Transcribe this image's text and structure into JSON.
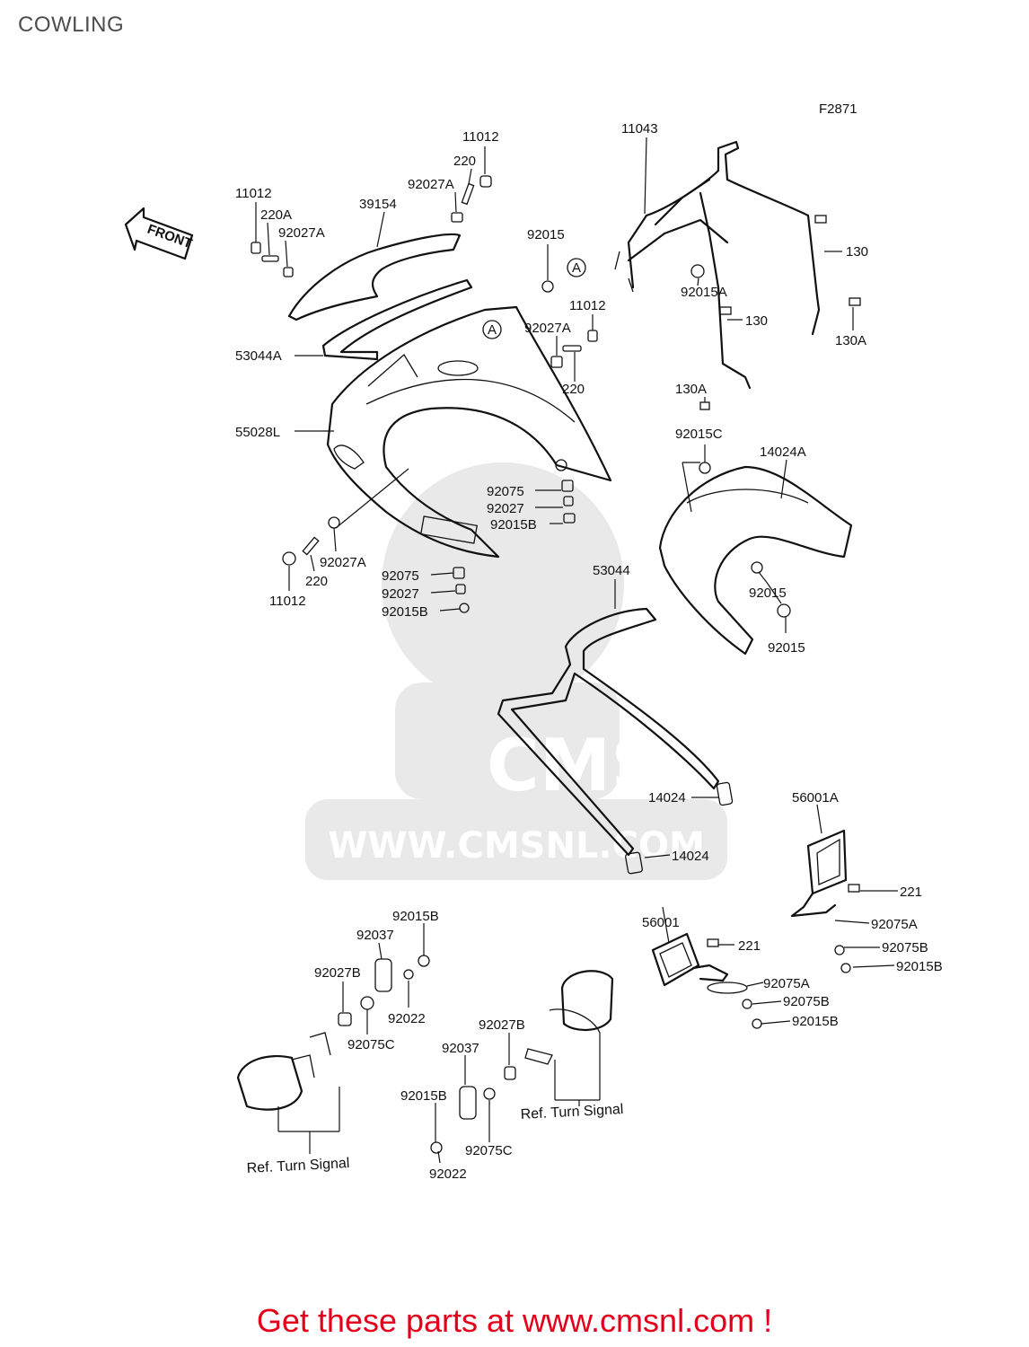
{
  "header": {
    "title": "COWLING"
  },
  "diagram": {
    "code": "F2871",
    "front_label": "FRONT",
    "callouts": {
      "c11012a": "11012",
      "c220": "220",
      "c92027a1": "92027A",
      "c11043": "11043",
      "c11012b": "11012",
      "c220a": "220A",
      "c92027a2": "92027A",
      "c39154": "39154",
      "c92015a1": "92015",
      "c130a": "130",
      "c92015a": "92015A",
      "c11012c": "11012",
      "c130b": "130",
      "c92027a3": "92027A",
      "c130a1": "130A",
      "c53044a": "53044A",
      "c220b": "220",
      "c130a2": "130A",
      "c55028l": "55028L",
      "c92015c": "92015C",
      "c14024a": "14024A",
      "c92075a": "92075",
      "c92027b1": "92027",
      "c92015b1": "92015B",
      "c92027a4": "92027A",
      "c220c": "220",
      "c11012d": "11012",
      "c53044": "53044",
      "c92075b": "92075",
      "c92027b2": "92027",
      "c92015b2": "92015B",
      "c92015e": "92015",
      "c92015f": "92015",
      "c14024b": "14024",
      "c14024c": "14024",
      "c56001a": "56001A",
      "c221a": "221",
      "c92075a1": "92075A",
      "c92075b1": "92075B",
      "c92015b3": "92015B",
      "c56001": "56001",
      "c221b": "221",
      "c92075a2": "92075A",
      "c92075b2": "92075B",
      "c92015b4": "92015B",
      "c92015b5": "92015B",
      "c92037a": "92037",
      "c92027b3": "92027B",
      "c92022a": "92022",
      "c92075c1": "92075C",
      "c92027b4": "92027B",
      "c92037b": "92037",
      "c92015b6": "92015B",
      "c92075c2": "92075C",
      "c92022b": "92022",
      "ref_turn_1": "Ref. Turn Signal",
      "ref_turn_2": "Ref. Turn Signal",
      "circle_a1": "A",
      "circle_a2": "A"
    },
    "watermark": {
      "brand": "CMS",
      "url": "WWW.CMSNL.COM"
    }
  },
  "footer": {
    "text": "Get these parts at www.cmsnl.com !"
  },
  "colors": {
    "footer": "#e3001b",
    "title": "#4d4d4d",
    "watermark": "#e9e9e9"
  }
}
